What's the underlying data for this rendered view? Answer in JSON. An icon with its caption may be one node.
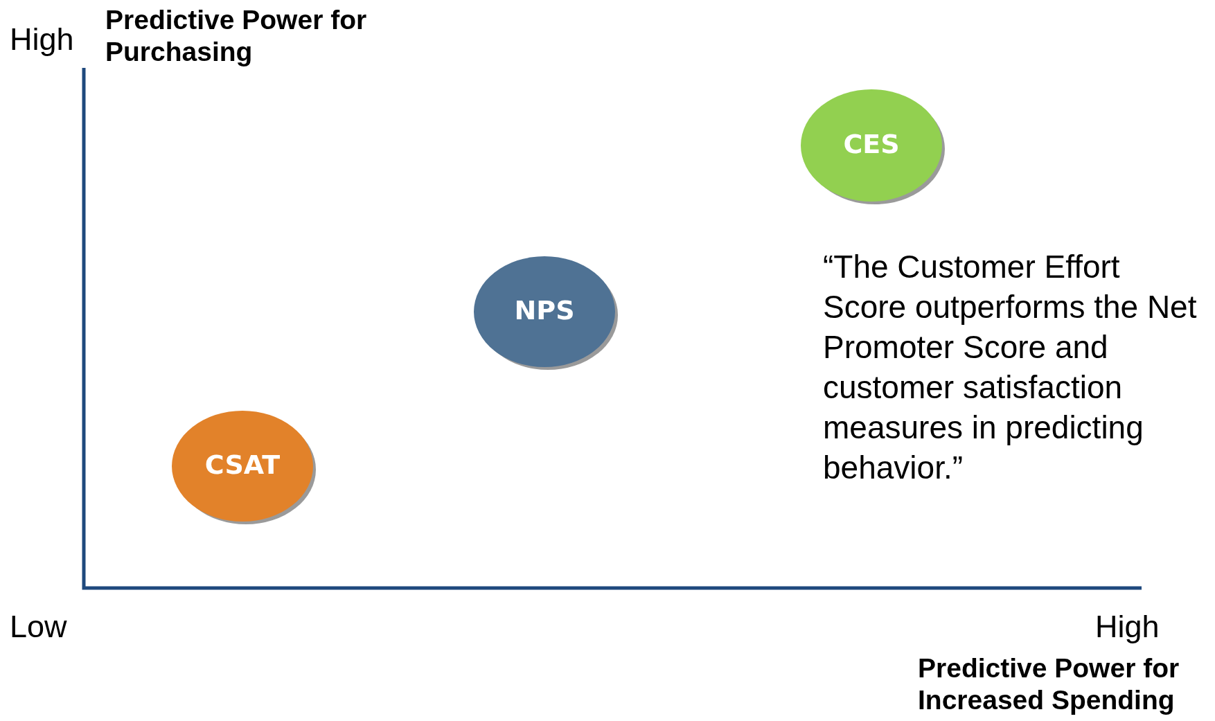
{
  "diagram": {
    "nodes": [
      {
        "text": [
          "CES"
        ]
      },
      {
        "text": [
          "NPS"
        ]
      },
      {
        "text": [
          "CSAT"
        ]
      }
    ],
    "labels": [
      "High",
      "Predictive Power for Purchasing",
      "“The Customer Effort Score outperforms the Net Promoter Score and customer satisfaction measures in predicting behavior.”",
      "Low",
      "High",
      "Predictive Power for Increased Spending"
    ]
  }
}
